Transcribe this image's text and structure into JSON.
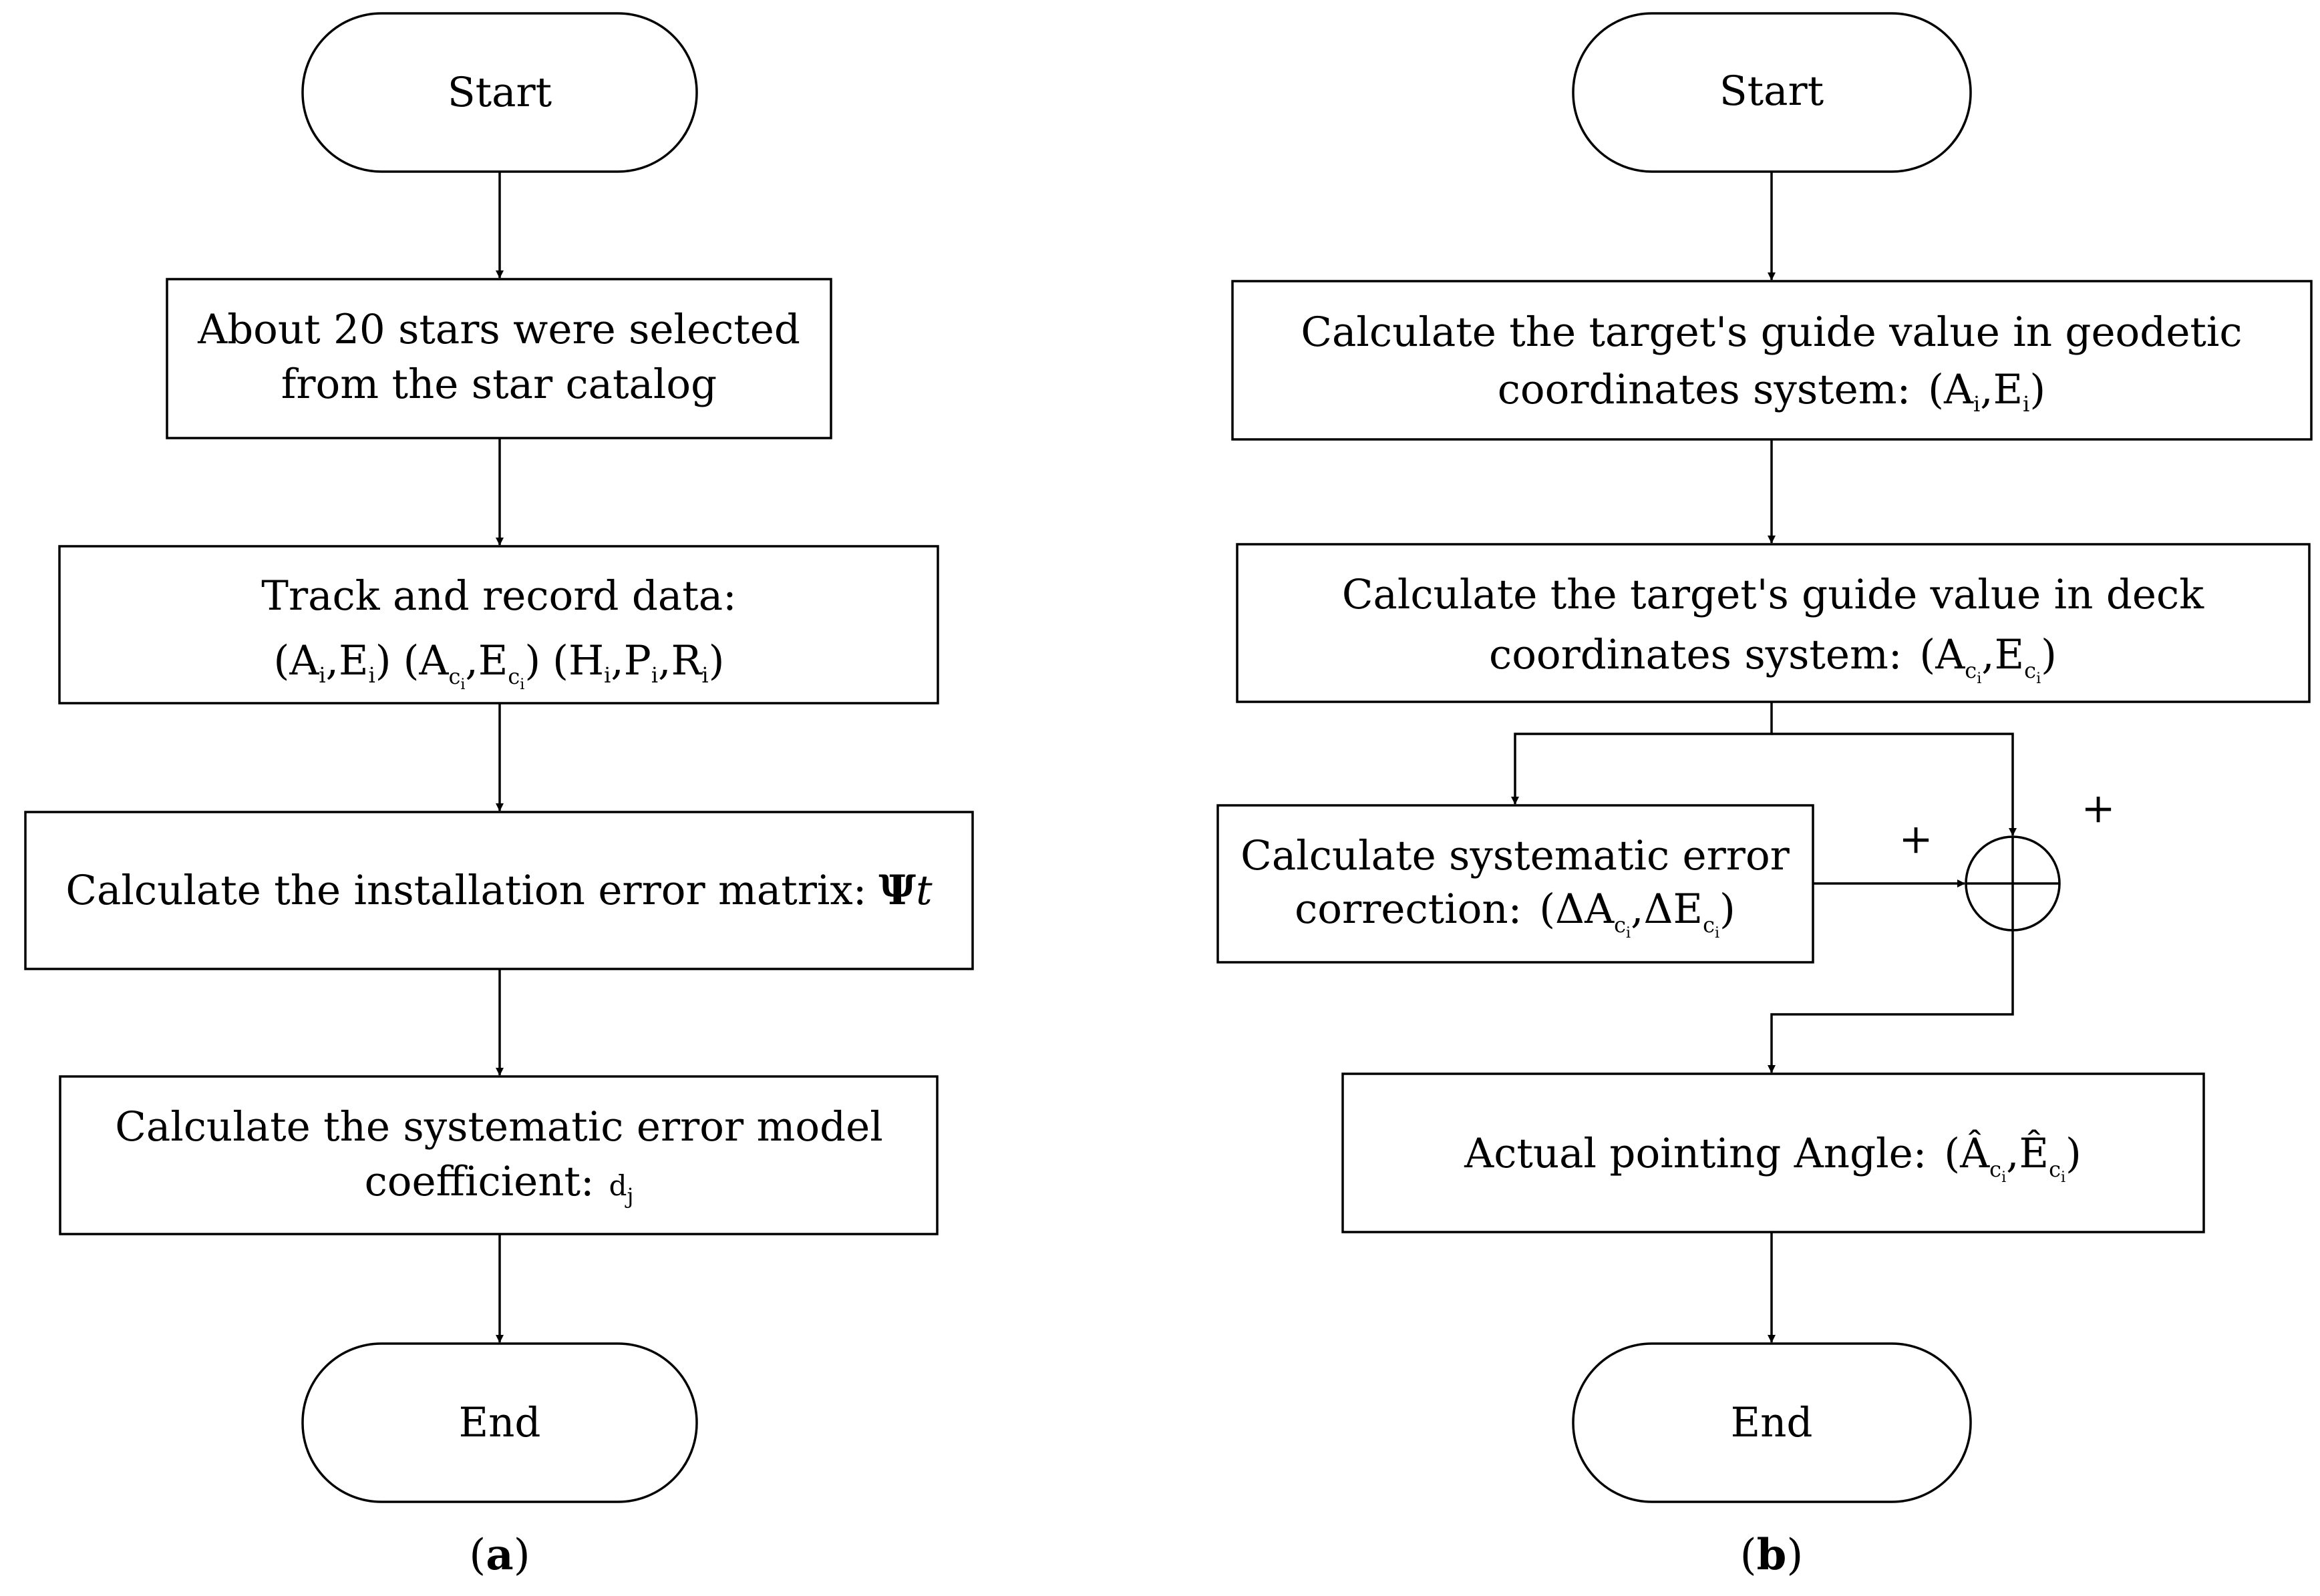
{
  "panel_a": {
    "caption_letter": "a",
    "start": "Start",
    "step1": {
      "line1": "About 20 stars were selected",
      "line2": "from the star catalog"
    },
    "step2": {
      "line1": "Track and record data:",
      "open": "(",
      "close": ")",
      "comma": ",",
      "A": "A",
      "E": "E",
      "H": "H",
      "P": "P",
      "R": "R",
      "i": "i",
      "c": "c"
    },
    "step3": {
      "text": "Calculate the installation error matrix:",
      "symbol": "Ψ",
      "symbol_sub": "t"
    },
    "step4": {
      "line1": "Calculate the systematic error model",
      "line2": "coefficient:",
      "d": "d",
      "j": "j"
    },
    "end": "End"
  },
  "panel_b": {
    "caption_letter": "b",
    "start": "Start",
    "step1": {
      "line1": "Calculate the target's guide value in geodetic",
      "line2": "coordinates system:",
      "open": "(",
      "close": ")",
      "comma": ",",
      "A": "A",
      "E": "E",
      "i": "i"
    },
    "step2": {
      "line1": "Calculate the target's guide value in deck",
      "line2": "coordinates system:",
      "open": "(",
      "close": ")",
      "comma": ",",
      "A": "A",
      "E": "E",
      "c": "c",
      "i": "i"
    },
    "correction": {
      "line1": "Calculate systematic error",
      "line2": "correction:",
      "open": "(",
      "close": ")",
      "comma": ",",
      "dA": "ΔA",
      "dE": "ΔE",
      "c": "c",
      "i": "i"
    },
    "plus_left": "+",
    "plus_right": "+",
    "step3": {
      "text": "Actual pointing Angle:",
      "open": "(",
      "close": ")",
      "comma": ",",
      "A_hat": "Â",
      "E_hat": "Ê",
      "c": "c",
      "i": "i"
    },
    "end": "End"
  }
}
